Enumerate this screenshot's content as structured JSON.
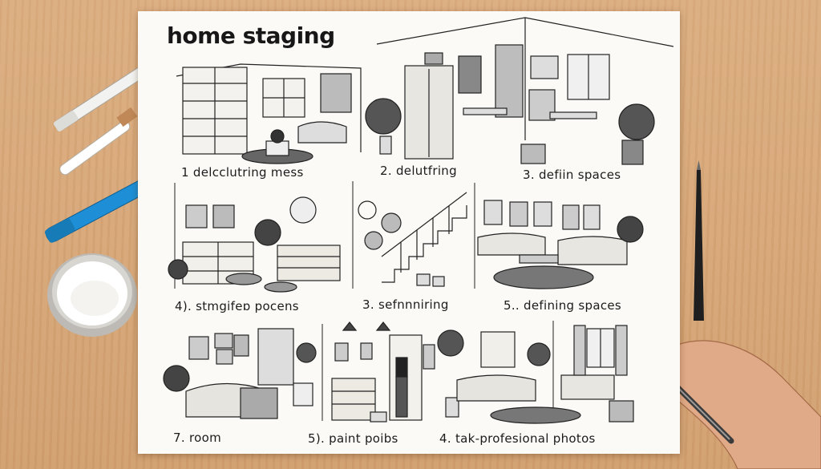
{
  "title": "home staging",
  "panels": [
    {
      "caption": "1 delcclutring mess"
    },
    {
      "caption": "2. delutfring"
    },
    {
      "caption": "3. defiin spaces"
    },
    {
      "caption": "4). stmgifeɒ pocens"
    },
    {
      "caption": "3. sefnnniring"
    },
    {
      "caption": "5.. defining spaces"
    },
    {
      "caption": "7.  room"
    },
    {
      "caption": "5). paint poibs"
    },
    {
      "caption": "4. tak-profesional photos"
    }
  ],
  "colors": {
    "table": "#d9a878",
    "paper": "#fbfaf7",
    "ink": "#1b1b1b",
    "blue_marker": "#1e8fd6"
  }
}
